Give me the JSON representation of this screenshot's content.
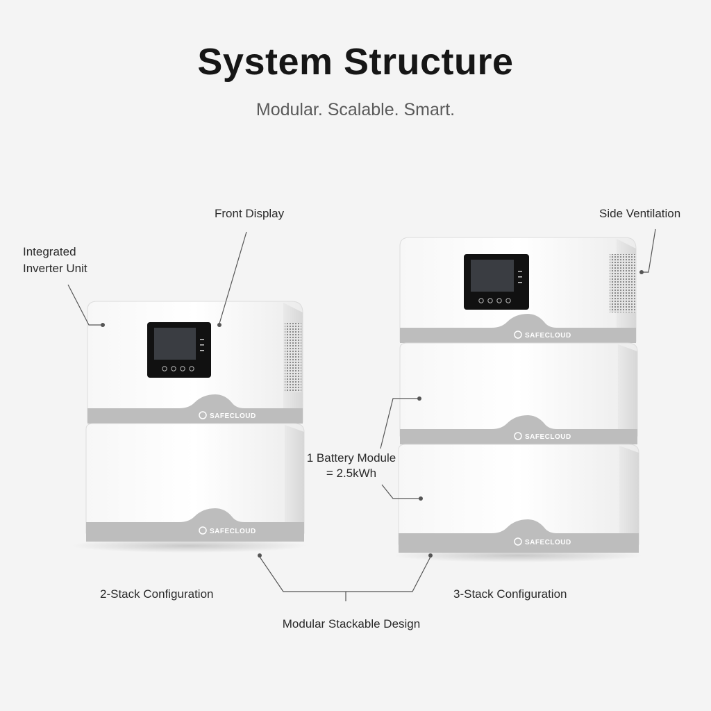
{
  "header": {
    "title": "System Structure",
    "subtitle": "Modular. Scalable. Smart."
  },
  "labels": {
    "front_display": "Front Display",
    "integrated_inverter_line1": "Integrated",
    "integrated_inverter_line2": "Inverter Unit",
    "side_ventilation": "Side Ventilation",
    "battery_module_line1": "1 Battery Module",
    "battery_module_line2": "= 2.5kWh",
    "two_stack": "2-Stack Configuration",
    "three_stack": "3-Stack Configuration",
    "modular_design": "Modular Stackable Design"
  },
  "brand": {
    "name": "SAFECLOUD"
  },
  "colors": {
    "background": "#f4f4f4",
    "unit_body": "#ffffff",
    "unit_band": "#b9b9b9",
    "display_frame": "#111111",
    "display_screen": "#3a3d42",
    "leader_line": "#555555"
  }
}
